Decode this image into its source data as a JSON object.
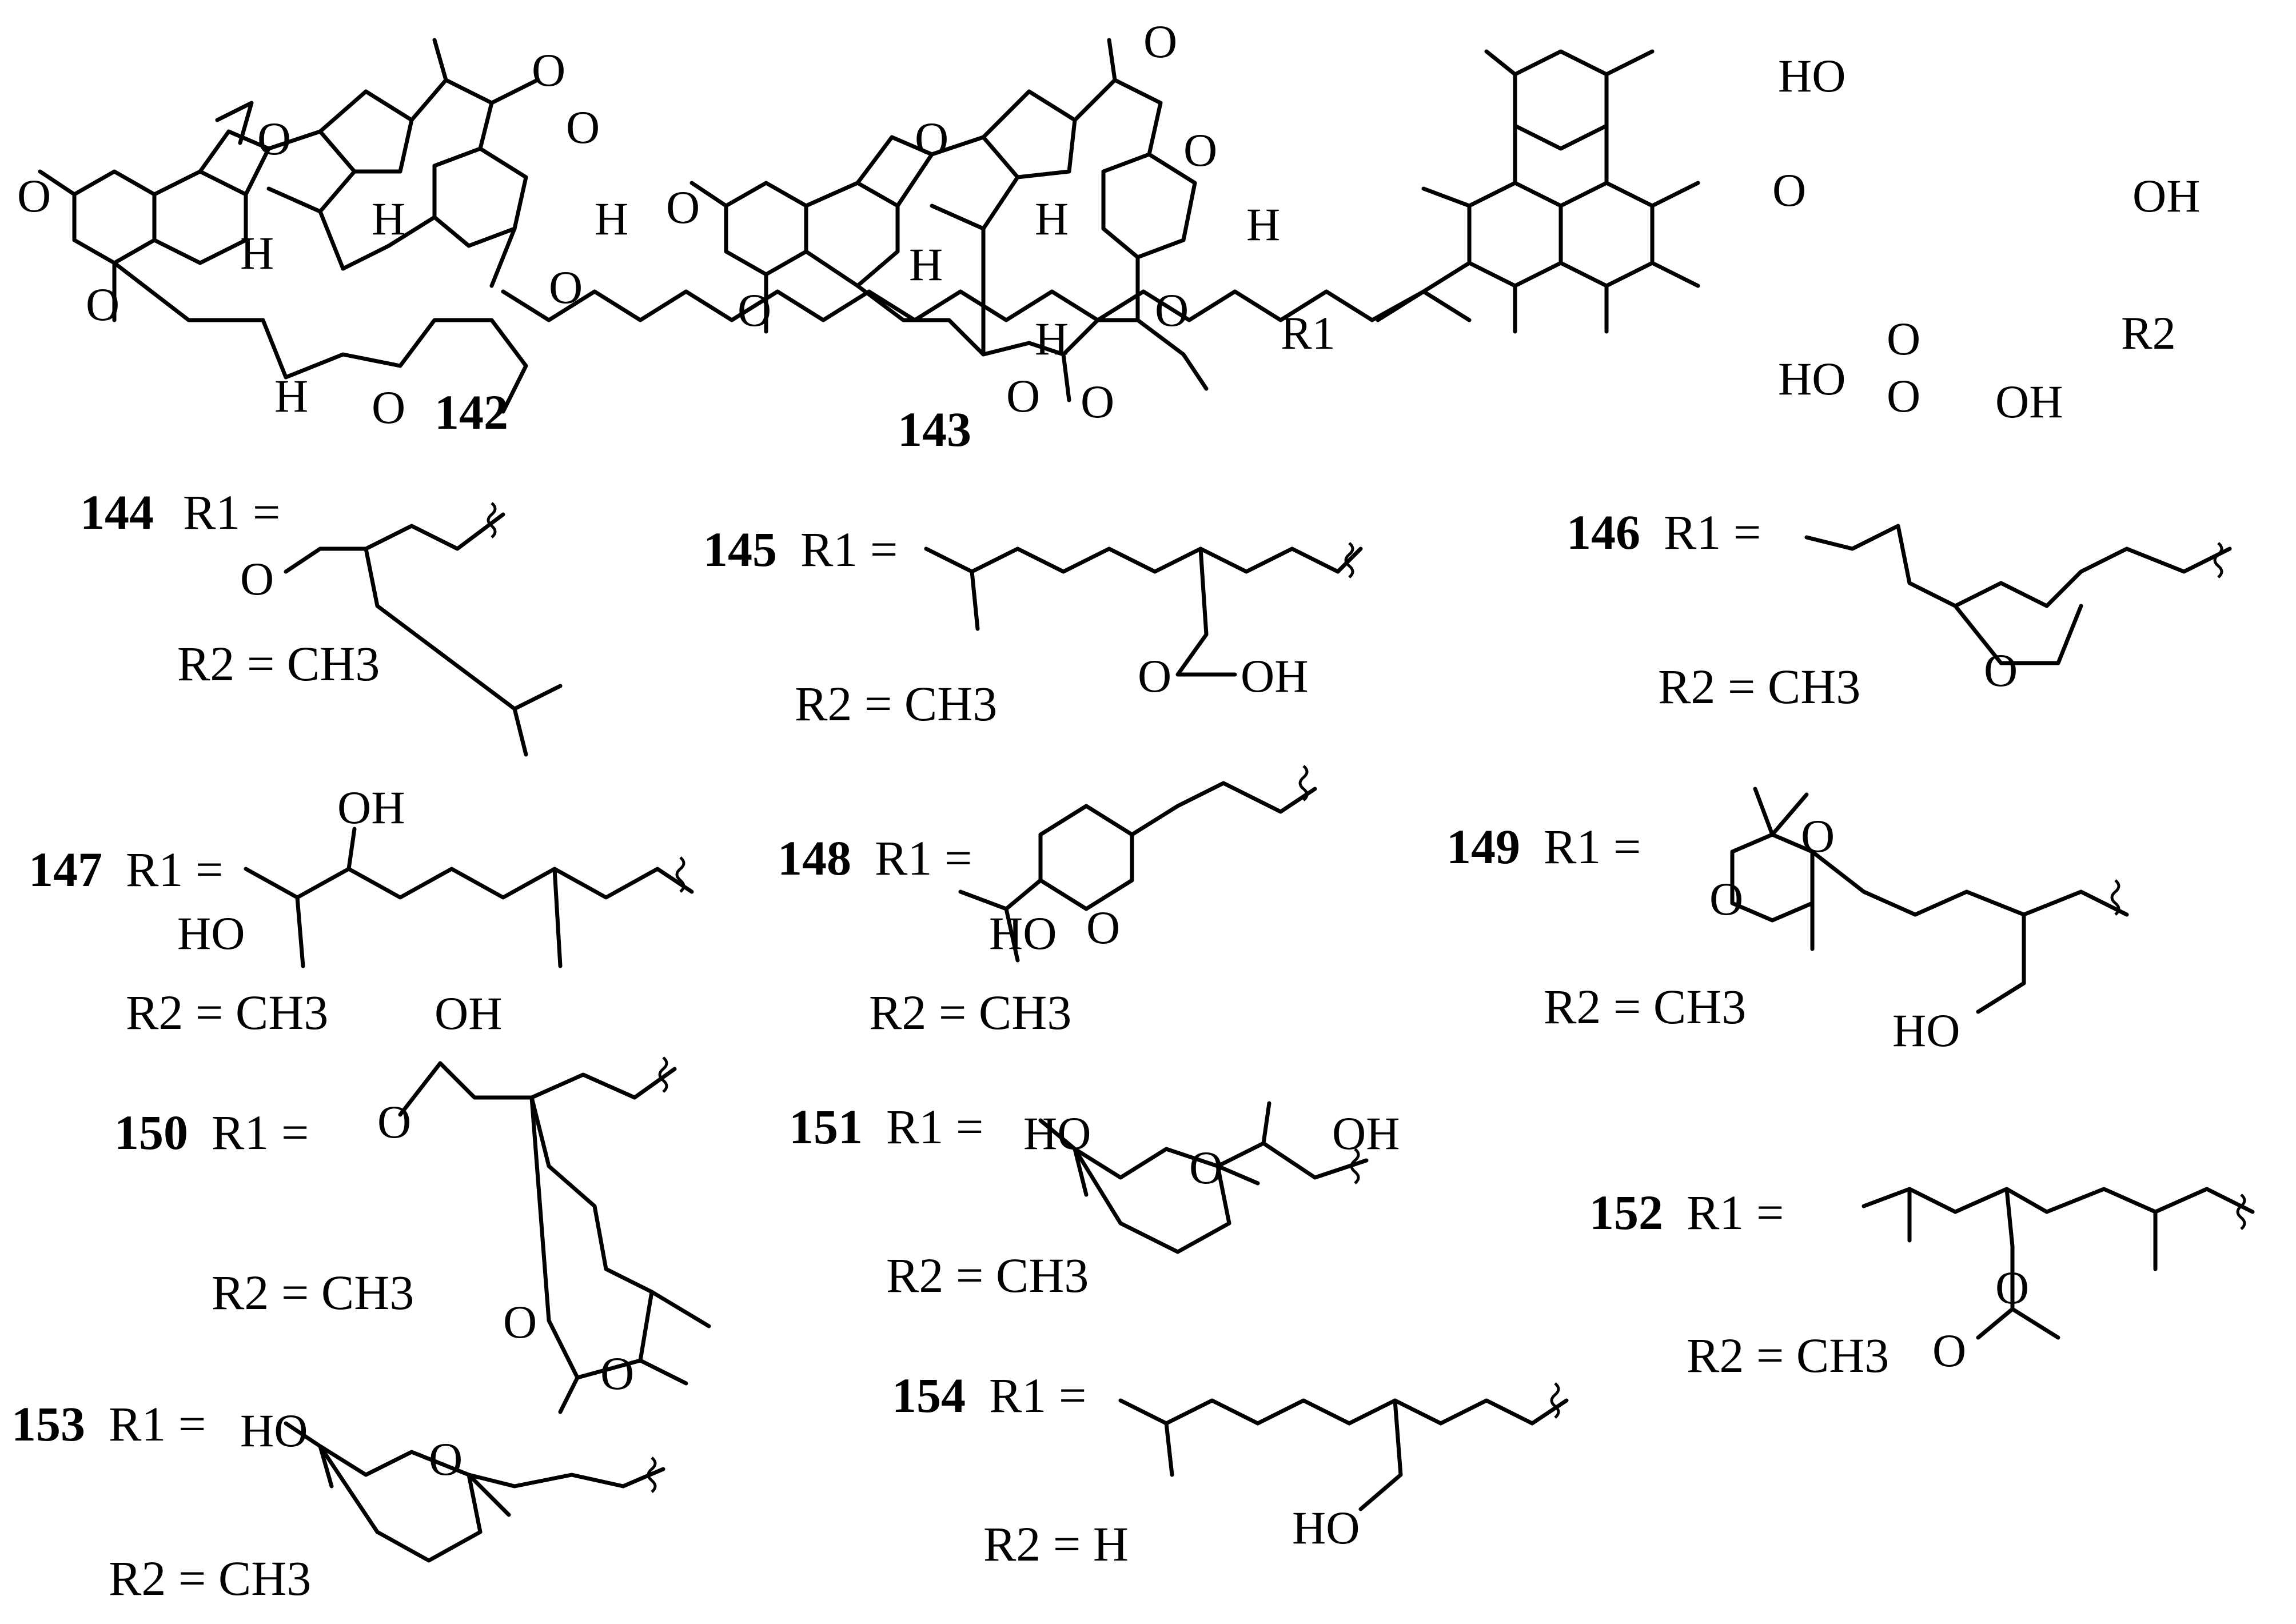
{
  "compounds": {
    "c142": "142",
    "c143": "143",
    "c144": "144",
    "c145": "145",
    "c146": "146",
    "c147": "147",
    "c148": "148",
    "c149": "149",
    "c150": "150",
    "c151": "151",
    "c152": "152",
    "c153": "153",
    "c154": "154"
  },
  "substituents": {
    "r1_eq": "R1 =",
    "r2_ch3": "R2 = CH3",
    "r2_h": "R2 = H"
  },
  "atoms": {
    "O": "O",
    "H": "H",
    "OH": "OH",
    "HO": "HO",
    "R1": "R1",
    "R2": "R2"
  }
}
